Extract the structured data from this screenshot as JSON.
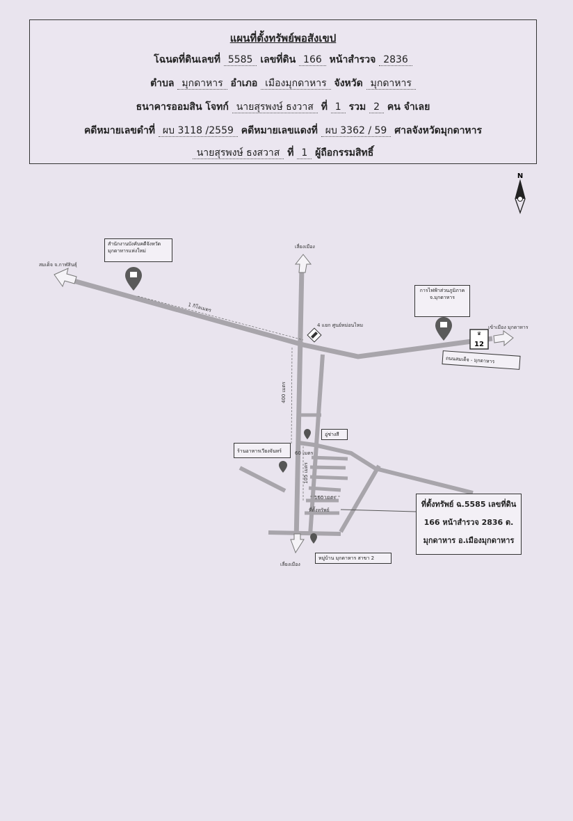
{
  "header": {
    "title": "แผนที่ตั้งทรัพย์พอสังเขป",
    "deed_label": "โฉนดที่ดินเลขที่",
    "deed_no": "5585",
    "land_no_label": "เลขที่ดิน",
    "land_no": "166",
    "survey_label": "หน้าสำรวจ",
    "survey_no": "2836",
    "tambon_label": "ตำบล",
    "tambon": "มุกดาหาร",
    "amphoe_label": "อำเภอ",
    "amphoe": "เมืองมุกดาหาร",
    "province_label": "จังหวัด",
    "province": "มุกดาหาร",
    "plaintiff_label": "ธนาคารออมสิน  โจทก์",
    "defendant": "นายสุรพงษ์ ธงวาส",
    "defendant_no_label": "ที่",
    "defendant_no": "1",
    "total_label": "รวม",
    "total": "2",
    "persons_label": "คน",
    "defendant_role": "จำเลย",
    "black_case_label": "คดีหมายเลขดำที่",
    "black_case": "ผบ 3118 /2559",
    "red_case_label": "คดีหมายเลขแดงที่",
    "red_case": "ผบ 3362 / 59",
    "court": "ศาลจังหวัดมุกดาหาร",
    "owner": "นายสุรพงษ์ ธงสวาส",
    "owner_no_label": "ที่",
    "owner_no": "1",
    "owner_role": "ผู้ถือกรรมสิทธิ์"
  },
  "map": {
    "north_label": "N",
    "left_road_label": "สมเด็จ จ.กาฬสินธุ์",
    "right_road_label": "เข้าเมือง มุกดาหาร",
    "north_road_label": "เลี่ยงเมือง",
    "south_road_label": "เลี่ยงเมือง",
    "distance_1km": "1 กิโลเมตร",
    "distance_400m": "400 เมตร",
    "distance_60m": "60 เมตร",
    "distance_105m": "105 เมตร",
    "distance_160m": "160 เมตร",
    "intersection_label": "4 แยก ศูนย์หม่อนไหม",
    "poi_court_office": "สำนักงานบังคับคดีจังหวัด มุกดาหารแห่งใหม่",
    "poi_electric": "การไฟฟ้าส่วนภูมิภาค จ.มุกดาหาร",
    "poi_garage": "อู่ช่างสี",
    "poi_shop": "ร้านอาหารเวียงจันทร์",
    "poi_village": "หมู่บ้าน มุกดาหาร สาขา 2",
    "road_name_box": "ถนนสมเด็จ - มุกดาหาร",
    "route_no": "12",
    "location_note": "ที่ตั้งทรัพย์ ฉ.5585 เลขที่ดิน 166 หน้าสำรวจ 2836 ต. มุกดาหาร อ.เมืองมุกดาหาร"
  },
  "colors": {
    "road": "#a8a5ab",
    "marker": "#555555",
    "background": "#e9e4ee"
  }
}
